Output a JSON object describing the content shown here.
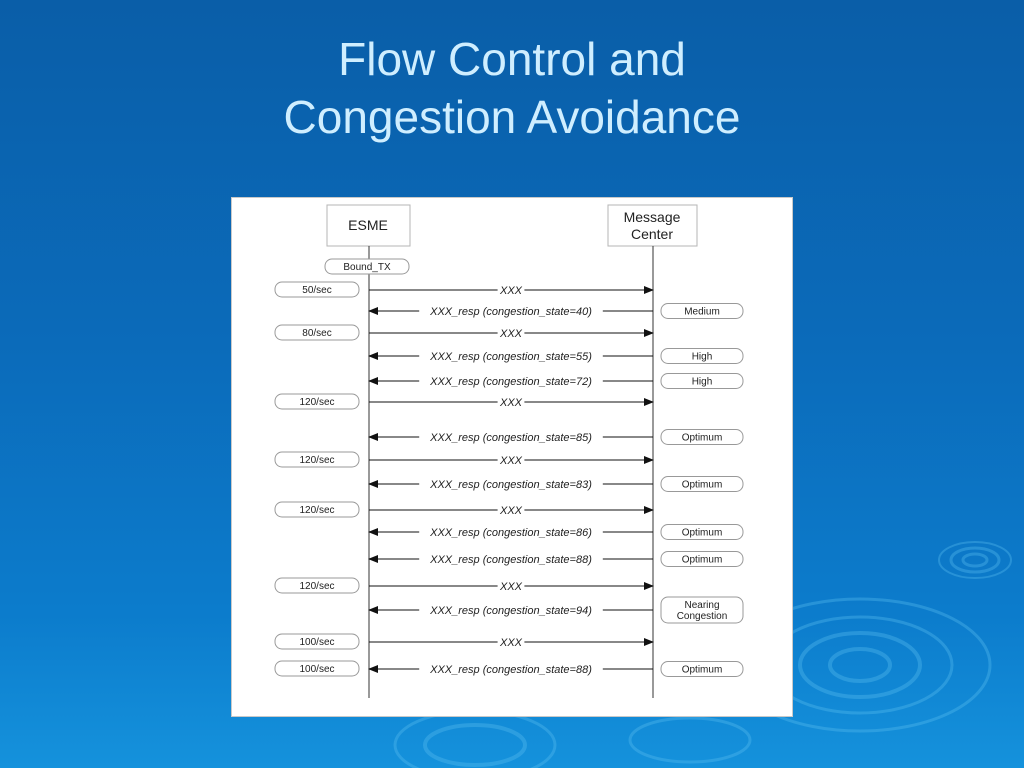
{
  "title": {
    "line1": "Flow Control and",
    "line2": "Congestion Avoidance"
  },
  "diagram": {
    "participants": {
      "left": "ESME",
      "right_line1": "Message",
      "right_line2": "Center"
    },
    "bound_label": "Bound_TX",
    "messages": [
      {
        "dir": "right",
        "label": "XXX",
        "rate": "50/sec"
      },
      {
        "dir": "left",
        "label": "XXX_resp  (congestion_state=40)",
        "state": "Medium"
      },
      {
        "dir": "right",
        "label": "XXX",
        "rate": "80/sec"
      },
      {
        "dir": "left",
        "label": "XXX_resp  (congestion_state=55)",
        "state": "High"
      },
      {
        "dir": "left",
        "label": "XXX_resp  (congestion_state=72)",
        "state": "High"
      },
      {
        "dir": "right",
        "label": "XXX",
        "rate": "120/sec"
      },
      {
        "dir": "left",
        "label": "XXX_resp  (congestion_state=85)",
        "state": "Optimum"
      },
      {
        "dir": "right",
        "label": "XXX",
        "rate": "120/sec"
      },
      {
        "dir": "left",
        "label": "XXX_resp  (congestion_state=83)",
        "state": "Optimum"
      },
      {
        "dir": "right",
        "label": "XXX",
        "rate": "120/sec"
      },
      {
        "dir": "left",
        "label": "XXX_resp  (congestion_state=86)",
        "state": "Optimum"
      },
      {
        "dir": "left",
        "label": "XXX_resp  (congestion_state=88)",
        "state": "Optimum"
      },
      {
        "dir": "right",
        "label": "XXX",
        "rate": "120/sec"
      },
      {
        "dir": "left",
        "label": "XXX_resp  (congestion_state=94)",
        "state": "Nearing Congestion"
      },
      {
        "dir": "right",
        "label": "XXX",
        "rate": "100/sec"
      },
      {
        "dir": "left",
        "label": "XXX_resp  (congestion_state=88)",
        "state": "Optimum",
        "rate": "100/sec"
      }
    ]
  }
}
